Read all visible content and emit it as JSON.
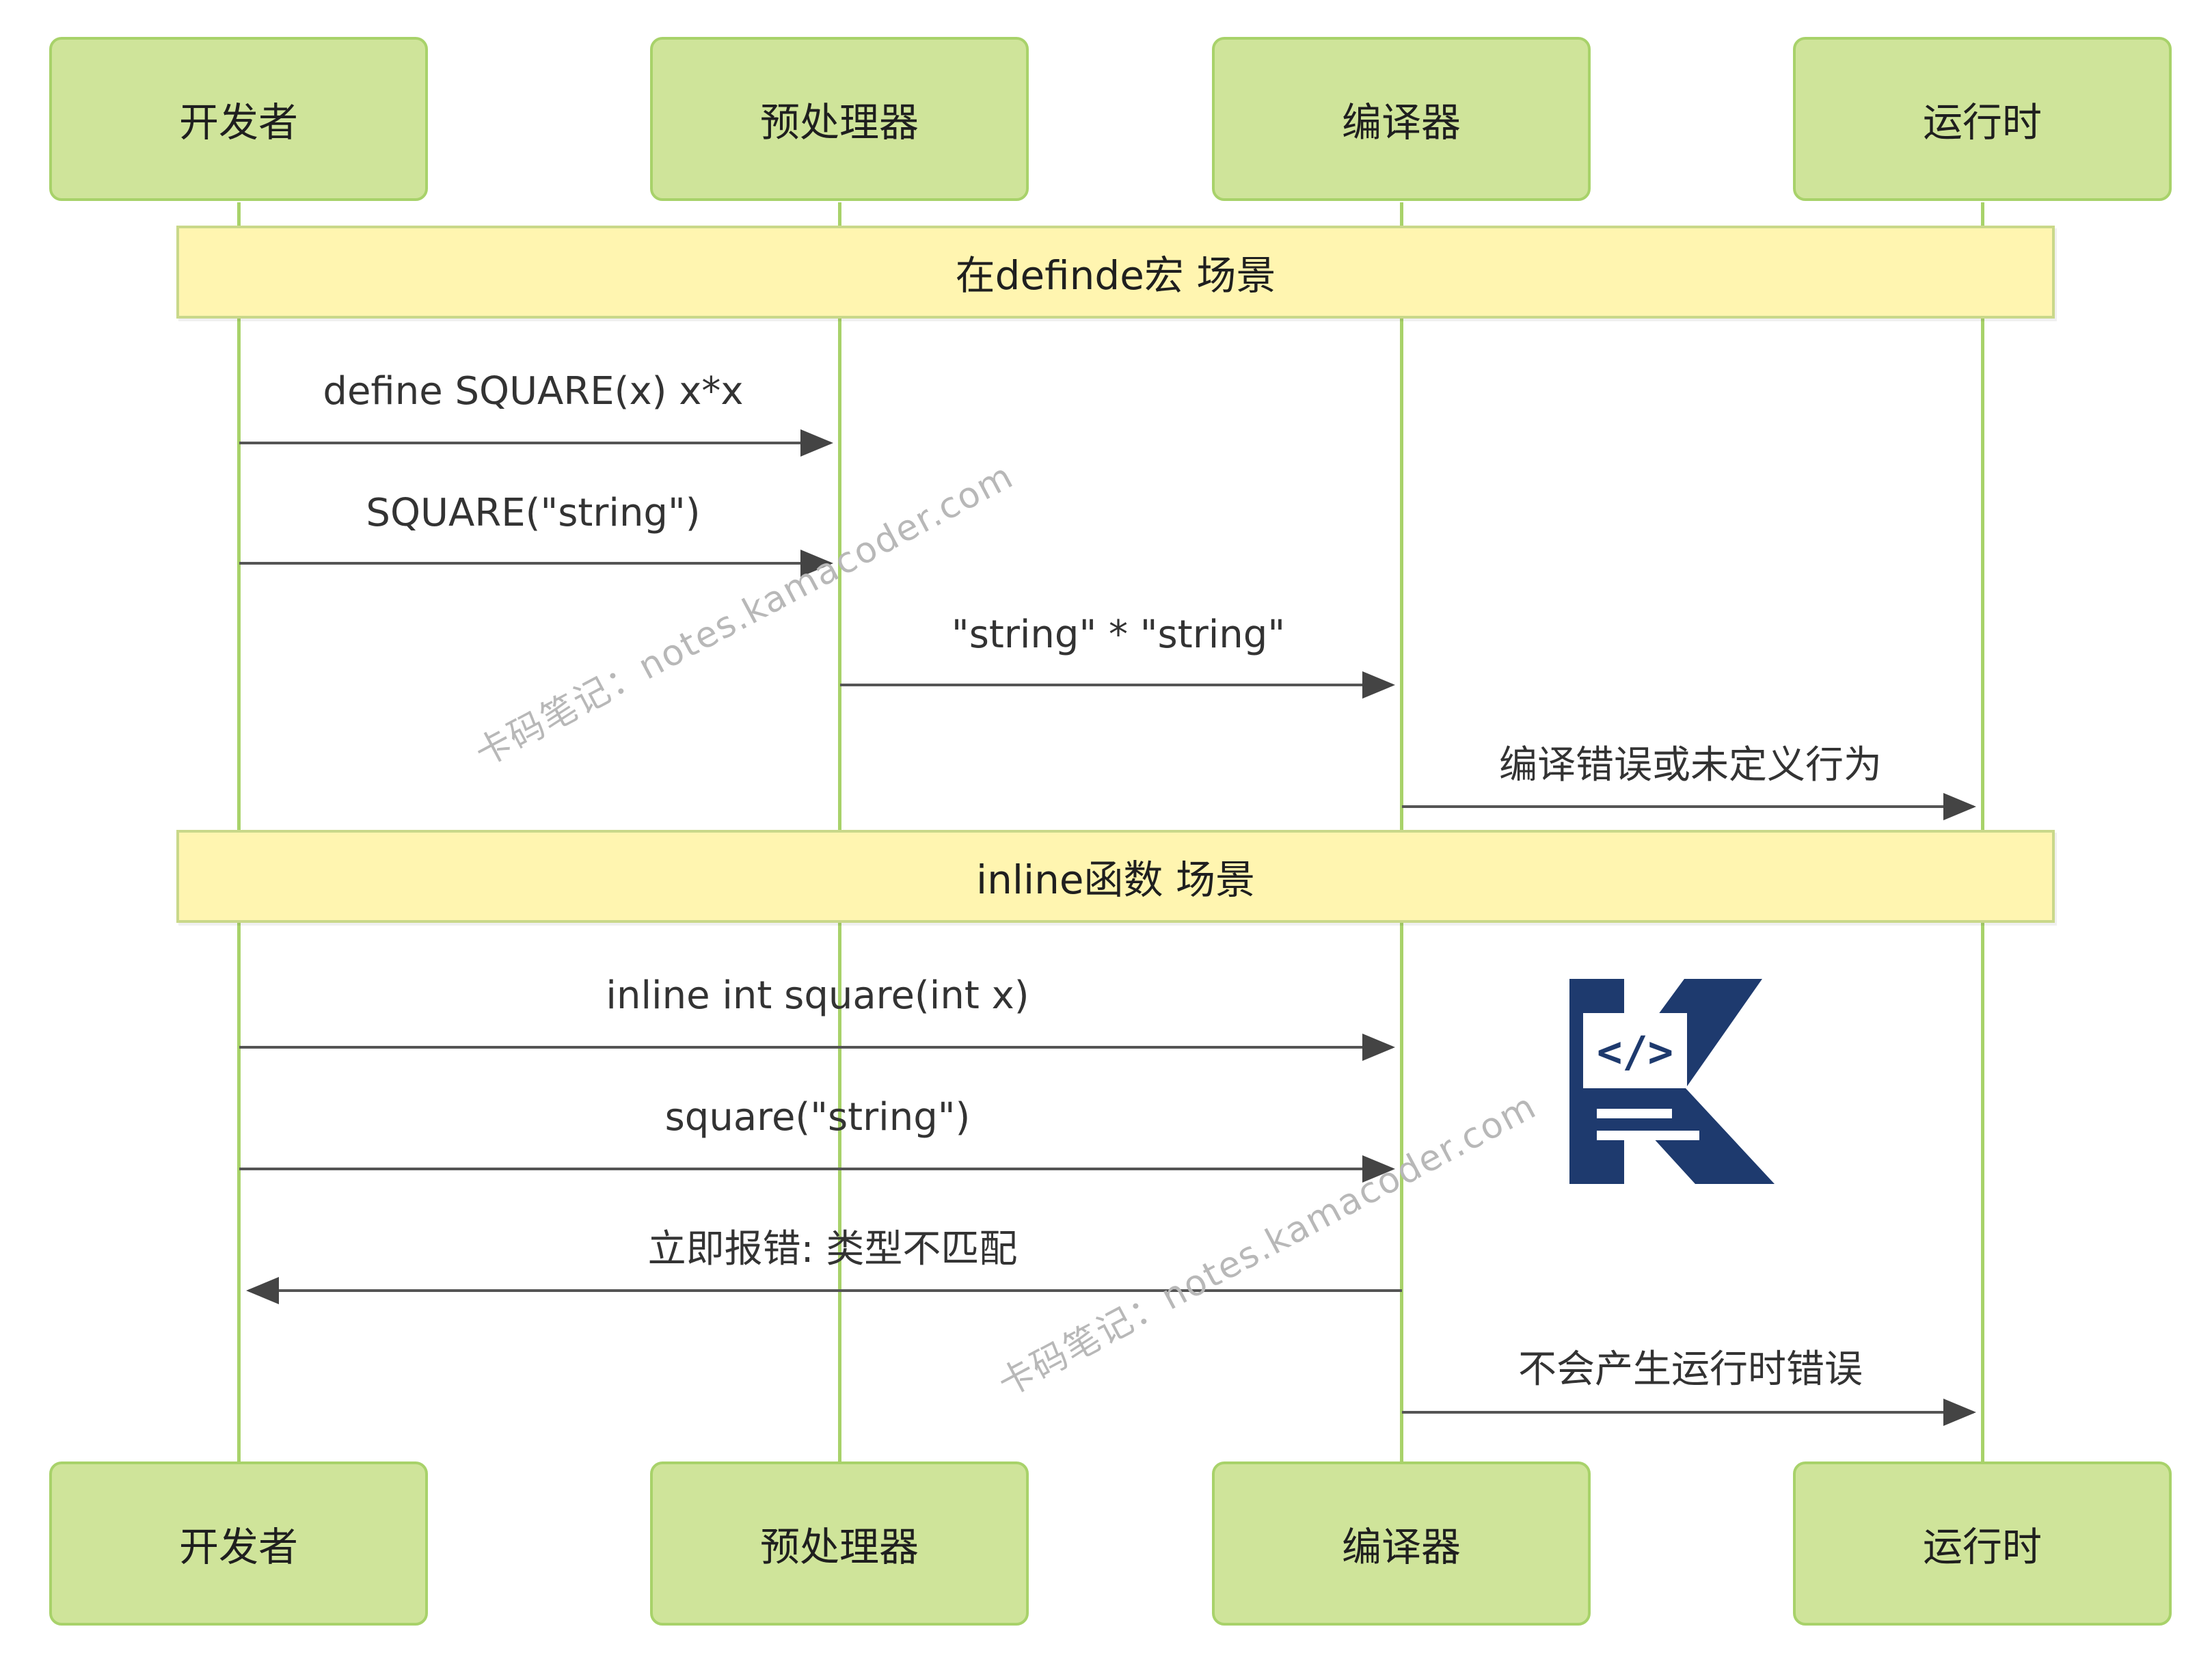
{
  "participants": [
    "开发者",
    "预处理器",
    "编译器",
    "运行时"
  ],
  "notes": {
    "define_scene": "在definde宏 场景",
    "inline_scene": "inline函数 场景"
  },
  "messages": [
    {
      "from": 0,
      "to": 1,
      "label": "define SQUARE(x) x*x"
    },
    {
      "from": 0,
      "to": 1,
      "label": "SQUARE(\"string\")"
    },
    {
      "from": 1,
      "to": 2,
      "label": "\"string\" * \"string\""
    },
    {
      "from": 2,
      "to": 3,
      "label": "编译错误或未定义行为"
    },
    {
      "from": 0,
      "to": 2,
      "label": "inline int square(int x)"
    },
    {
      "from": 0,
      "to": 2,
      "label": "square(\"string\")"
    },
    {
      "from": 2,
      "to": 0,
      "label": "立即报错: 类型不匹配"
    },
    {
      "from": 2,
      "to": 3,
      "label": "不会产生运行时错误"
    }
  ],
  "watermark": "卡码笔记：notes.kamacoder.com",
  "logo": {
    "glyph": "</>",
    "color": "#1e3a6e"
  },
  "colors": {
    "participant_fill": "#cfe49a",
    "participant_border": "#a8d26a",
    "note_fill": "#fff5b0",
    "arrow": "#555555"
  }
}
